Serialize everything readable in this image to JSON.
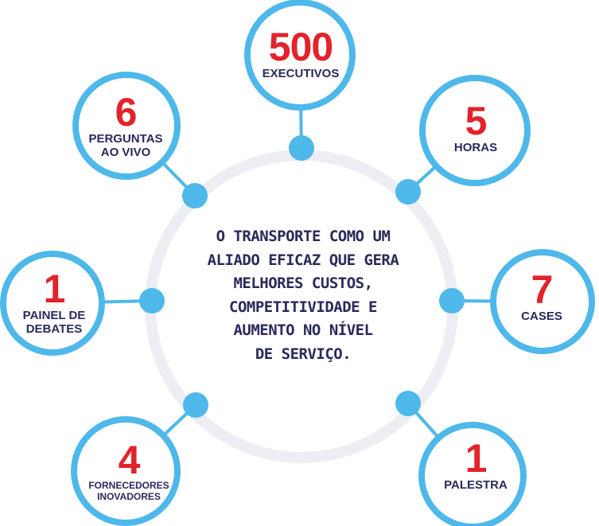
{
  "colors": {
    "ring": "#eceef3",
    "node_border": "#4eb8ea",
    "node_fill": "#ffffff",
    "dot": "#4eb8ea",
    "number": "#e2232b",
    "label": "#2a2a5c"
  },
  "center": {
    "lines": [
      "O TRANSPORTE COMO UM",
      "ALIADO EFICAZ QUE GERA",
      "MELHORES CUSTOS,",
      "COMPETITIVIDADE E",
      "AUMENTO NO NÍVEL",
      "DE SERVIÇO."
    ]
  },
  "nodes": [
    {
      "number": "500",
      "label_lines": [
        "EXECUTIVOS"
      ]
    },
    {
      "number": "5",
      "label_lines": [
        "HORAS"
      ]
    },
    {
      "number": "7",
      "label_lines": [
        "CASES"
      ]
    },
    {
      "number": "1",
      "label_lines": [
        "PALESTRA"
      ]
    },
    {
      "number": "4",
      "label_lines": [
        "FORNECEDORES",
        "INOVADORES"
      ]
    },
    {
      "number": "1",
      "label_lines": [
        "PAINEL DE",
        "DEBATES"
      ]
    },
    {
      "number": "6",
      "label_lines": [
        "PERGUNTAS",
        "AO VIVO"
      ]
    }
  ]
}
